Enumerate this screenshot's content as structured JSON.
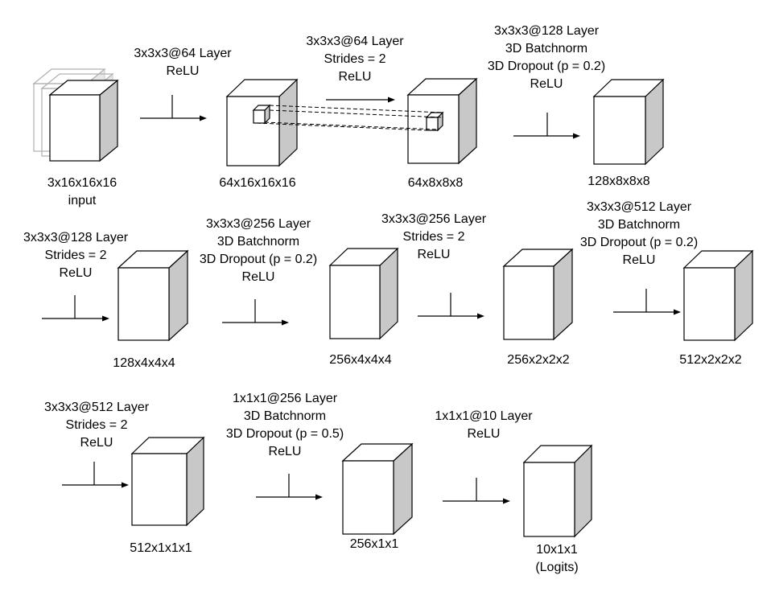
{
  "layers": [
    {
      "id": "l1",
      "label": [
        "3x3x3@64 Layer",
        "ReLU"
      ]
    },
    {
      "id": "l2",
      "label": [
        "3x3x3@64 Layer",
        "Strides = 2",
        "ReLU"
      ]
    },
    {
      "id": "l3",
      "label": [
        "3x3x3@128 Layer",
        "3D Batchnorm",
        "3D Dropout (p = 0.2)",
        "ReLU"
      ]
    },
    {
      "id": "l4",
      "label": [
        "3x3x3@128 Layer",
        "Strides = 2",
        "ReLU"
      ]
    },
    {
      "id": "l5",
      "label": [
        "3x3x3@256 Layer",
        "3D Batchnorm",
        "3D Dropout (p = 0.2)",
        "ReLU"
      ]
    },
    {
      "id": "l6",
      "label": [
        "3x3x3@256 Layer",
        "Strides = 2",
        "ReLU"
      ]
    },
    {
      "id": "l7",
      "label": [
        "3x3x3@512 Layer",
        "3D Batchnorm",
        "3D Dropout (p = 0.2)",
        "ReLU"
      ]
    },
    {
      "id": "l8",
      "label": [
        "3x3x3@512 Layer",
        "Strides = 2",
        "ReLU"
      ]
    },
    {
      "id": "l9",
      "label": [
        "1x1x1@256 Layer",
        "3D Batchnorm",
        "3D Dropout (p = 0.5)",
        "ReLU"
      ]
    },
    {
      "id": "l10",
      "label": [
        "1x1x1@10 Layer",
        "ReLU"
      ]
    }
  ],
  "volumes": [
    {
      "id": "v0",
      "label": [
        "3x16x16x16",
        "input"
      ]
    },
    {
      "id": "v1",
      "label": [
        "64x16x16x16"
      ]
    },
    {
      "id": "v2",
      "label": [
        "64x8x8x8"
      ]
    },
    {
      "id": "v3",
      "label": [
        "128x8x8x8"
      ]
    },
    {
      "id": "v4",
      "label": [
        "128x4x4x4"
      ]
    },
    {
      "id": "v5",
      "label": [
        "256x4x4x4"
      ]
    },
    {
      "id": "v6",
      "label": [
        "256x2x2x2"
      ]
    },
    {
      "id": "v7",
      "label": [
        "512x2x2x2"
      ]
    },
    {
      "id": "v8",
      "label": [
        "512x1x1x1"
      ]
    },
    {
      "id": "v9",
      "label": [
        "256x1x1"
      ]
    },
    {
      "id": "v10",
      "label": [
        "10x1x1",
        "(Logits)"
      ]
    }
  ]
}
